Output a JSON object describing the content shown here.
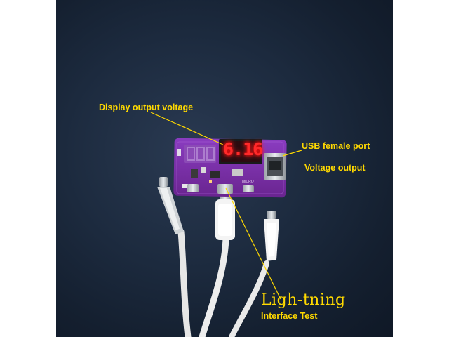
{
  "labels": {
    "display_output_voltage": "Display output voltage",
    "usb_female_port": "USB female port",
    "voltage_output": "Voltage output",
    "lightning": "Ligh-tning",
    "interface_test": "Interface Test"
  },
  "display": {
    "reading": "6.16"
  },
  "board": {
    "silkscreen": "MICRO"
  },
  "colors": {
    "background": "#1c2a3e",
    "board": "#7a2fa8",
    "label": "#ffd900",
    "led_digit": "#ff2a2a",
    "cable": "#f2f2f2"
  }
}
